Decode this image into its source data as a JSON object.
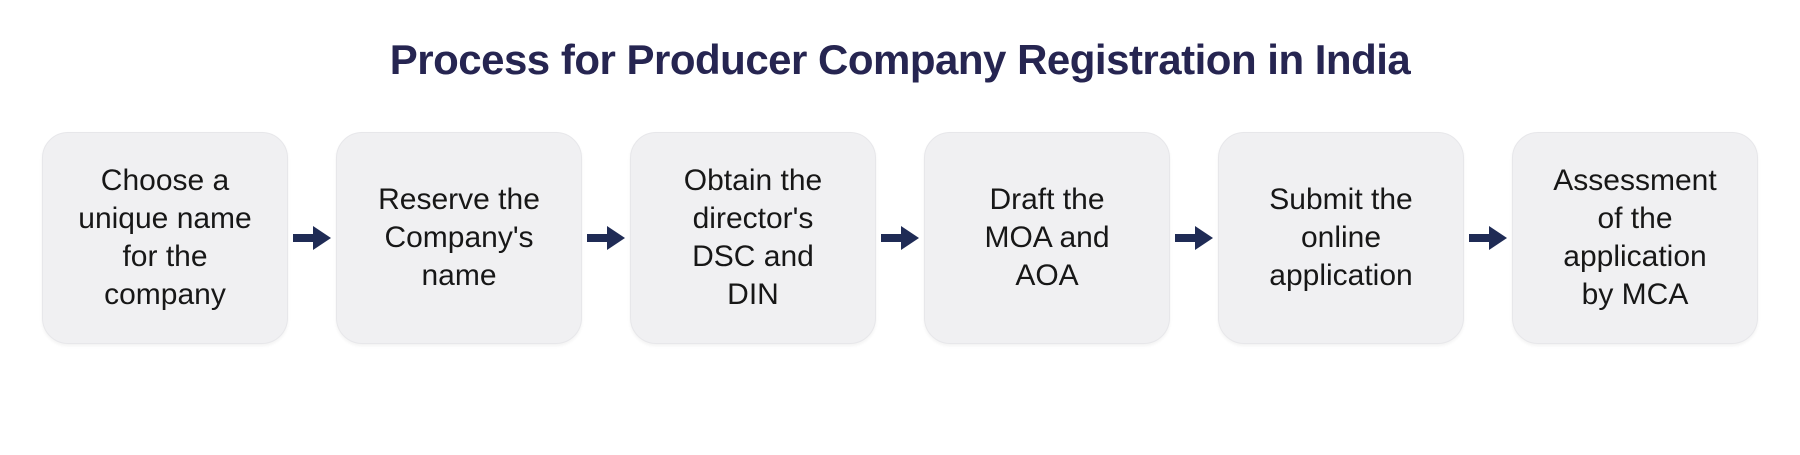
{
  "title": "Process for Producer Company Registration in India",
  "steps": [
    {
      "label": "Choose a\nunique name\nfor the\ncompany"
    },
    {
      "label": "Reserve the\nCompany's\nname"
    },
    {
      "label": "Obtain the\ndirector's\nDSC and\nDIN"
    },
    {
      "label": "Draft the\nMOA and\nAOA"
    },
    {
      "label": "Submit the\nonline\napplication"
    },
    {
      "label": "Assessment\nof the\napplication\nby MCA"
    }
  ],
  "icons": {
    "connector": "arrow-right-icon"
  },
  "colors": {
    "title": "#262551",
    "arrow": "#1f2b55",
    "box_background": "#f0f0f2",
    "box_border": "#e7e7ea",
    "box_text": "#171717",
    "page_background": "#ffffff"
  }
}
